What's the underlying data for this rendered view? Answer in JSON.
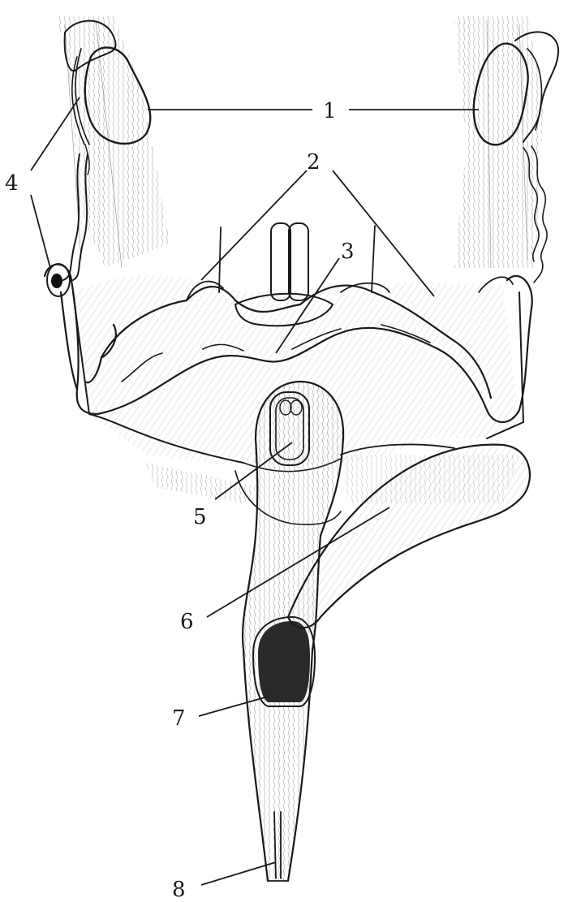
{
  "labels": [
    {
      "id": "1",
      "text": "1"
    },
    {
      "id": "2",
      "text": "2"
    },
    {
      "id": "3",
      "text": "3"
    },
    {
      "id": "4",
      "text": "4"
    },
    {
      "id": "5",
      "text": "5"
    },
    {
      "id": "6",
      "text": "6"
    },
    {
      "id": "7",
      "text": "7"
    },
    {
      "id": "8",
      "text": "8"
    }
  ],
  "colors": {
    "ink": "#1a1a1a",
    "paper": "#ffffff",
    "shade": "#3a3a3a"
  }
}
